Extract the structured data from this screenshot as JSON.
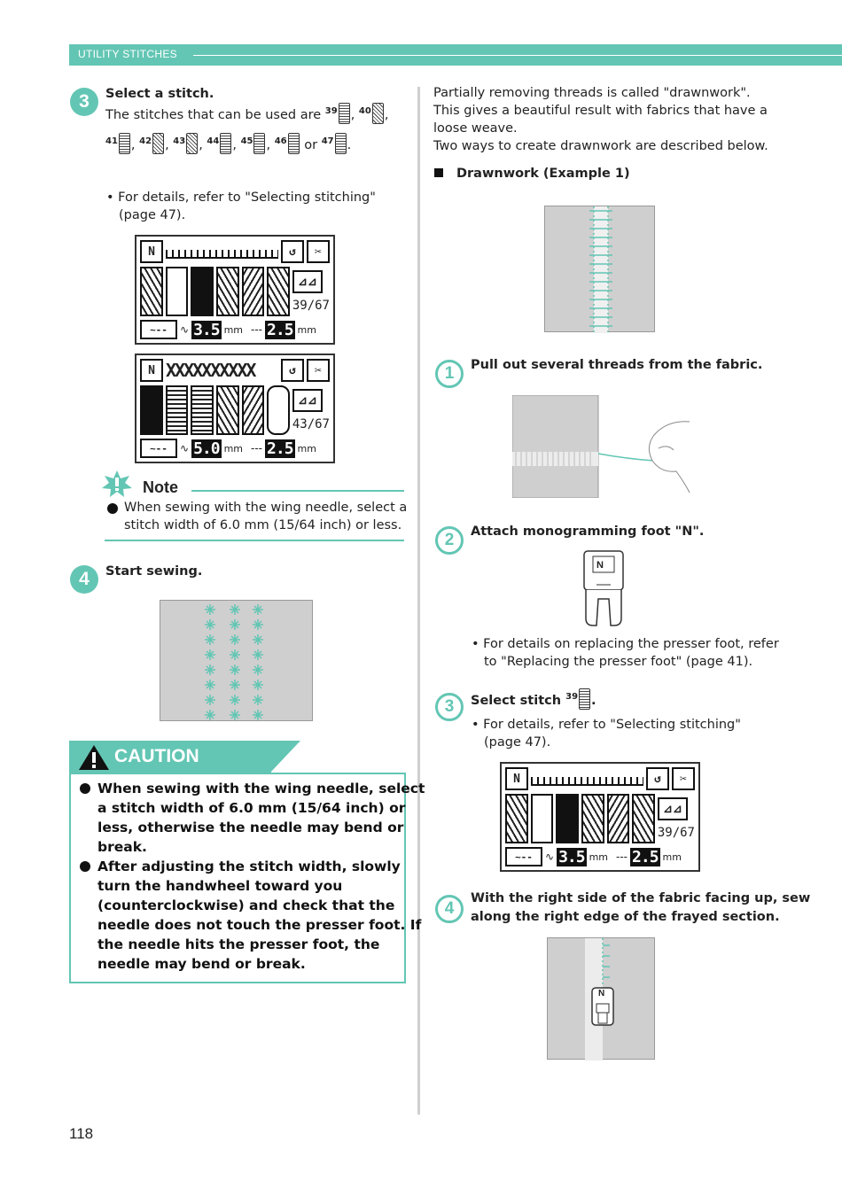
{
  "header": {
    "section_title": "UTILITY STITCHES"
  },
  "left": {
    "step3": {
      "number": "3",
      "title": "Select a stitch.",
      "line1": "The stitches that can be used are",
      "nums": [
        "39",
        "40",
        "41",
        "42",
        "43",
        "44",
        "45",
        "46",
        "47"
      ],
      "or": "or",
      "bullet": "• For details, refer to \"Selecting stitching\"",
      "bullet2": "(page 47)."
    },
    "lcd1": {
      "count": "39/67",
      "width": "3.5",
      "length": "2.5",
      "unit": "mm"
    },
    "lcd2": {
      "count": "43/67",
      "width": "5.0",
      "length": "2.5",
      "unit": "mm"
    },
    "note": {
      "title": "Note",
      "line1": "When sewing with the wing needle, select a",
      "line2": "stitch width of 6.0 mm (15/64 inch) or less."
    },
    "step4": {
      "number": "4",
      "title": "Start sewing."
    },
    "caution": {
      "title": "CAUTION",
      "item1": [
        "When sewing with the wing needle, select",
        "a stitch width of 6.0 mm (15/64 inch) or",
        "less, otherwise the needle may bend or",
        "break."
      ],
      "item2": [
        "After adjusting the stitch width, slowly",
        "turn the handwheel toward you",
        "(counterclockwise) and check that the",
        "needle does not touch the presser foot. If",
        "the needle hits the presser foot, the",
        "needle may bend or break."
      ]
    }
  },
  "right": {
    "intro": [
      "Partially removing threads is called \"drawnwork\".",
      "This gives a beautiful result with fabrics that have a",
      "loose weave.",
      "Two ways to create drawnwork are described below."
    ],
    "subheading": "Drawnwork (Example 1)",
    "step1": {
      "number": "1",
      "title": "Pull out several threads from the fabric."
    },
    "step2": {
      "number": "2",
      "title": "Attach monogramming foot \"N\".",
      "foot_letter": "N",
      "bullet": "• For details on replacing the presser foot, refer",
      "bullet2": "to \"Replacing the presser foot\" (page 41)."
    },
    "step3": {
      "number": "3",
      "title": "Select stitch",
      "num": "39",
      "bullet": "• For details, refer to \"Selecting stitching\"",
      "bullet2": "(page 47)."
    },
    "lcd3": {
      "count": "39/67",
      "width": "3.5",
      "length": "2.5",
      "unit": "mm"
    },
    "step4": {
      "number": "4",
      "line1": "With the right side of the fabric facing up, sew",
      "line2": "along the right edge of the frayed section.",
      "foot_letter": "N"
    }
  },
  "footer": {
    "page_number": "118"
  },
  "colors": {
    "accent": "#63c6b4",
    "fabric": "#cfcfcf"
  }
}
